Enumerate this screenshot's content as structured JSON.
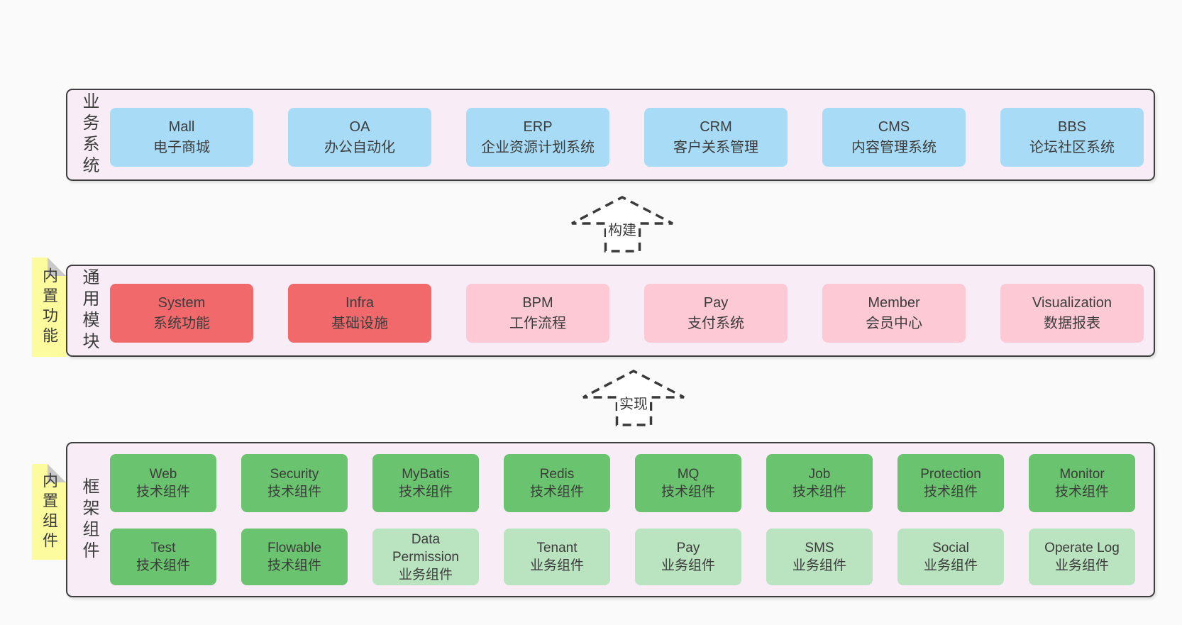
{
  "palette": {
    "page_bg": "#fafafa",
    "section_bg": "#f8ecf6",
    "section_border": "#3e3e3e",
    "blue_box": "#a8dcf6",
    "red_box": "#f1696b",
    "pink_box": "#fcc9d4",
    "green_box": "#6ac36e",
    "light_green_box": "#bae3bf",
    "tag_bg": "#fcfc9e",
    "tag_fold": "#c9c9c9",
    "text": "#3b3b3b"
  },
  "sections": {
    "business": {
      "label": "业务系统",
      "boxes": [
        {
          "en": "Mall",
          "zh": "电子商城"
        },
        {
          "en": "OA",
          "zh": "办公自动化"
        },
        {
          "en": "ERP",
          "zh": "企业资源计划系统"
        },
        {
          "en": "CRM",
          "zh": "客户关系管理"
        },
        {
          "en": "CMS",
          "zh": "内容管理系统"
        },
        {
          "en": "BBS",
          "zh": "论坛社区系统"
        }
      ]
    },
    "modules": {
      "label": "通用模块",
      "tag": "内置功能",
      "boxes": [
        {
          "en": "System",
          "zh": "系统功能"
        },
        {
          "en": "Infra",
          "zh": "基础设施"
        },
        {
          "en": "BPM",
          "zh": "工作流程"
        },
        {
          "en": "Pay",
          "zh": "支付系统"
        },
        {
          "en": "Member",
          "zh": "会员中心"
        },
        {
          "en": "Visualization",
          "zh": "数据报表"
        }
      ]
    },
    "framework": {
      "label": "框架组件",
      "tag": "内置组件",
      "row1": [
        {
          "en": "Web",
          "zh": "技术组件"
        },
        {
          "en": "Security",
          "zh": "技术组件"
        },
        {
          "en": "MyBatis",
          "zh": "技术组件"
        },
        {
          "en": "Redis",
          "zh": "技术组件"
        },
        {
          "en": "MQ",
          "zh": "技术组件"
        },
        {
          "en": "Job",
          "zh": "技术组件"
        },
        {
          "en": "Protection",
          "zh": "技术组件"
        },
        {
          "en": "Monitor",
          "zh": "技术组件"
        }
      ],
      "row2": [
        {
          "en": "Test",
          "zh": "技术组件"
        },
        {
          "en": "Flowable",
          "zh": "技术组件"
        },
        {
          "en": "Data Permission",
          "zh": "业务组件"
        },
        {
          "en": "Tenant",
          "zh": "业务组件"
        },
        {
          "en": "Pay",
          "zh": "业务组件"
        },
        {
          "en": "SMS",
          "zh": "业务组件"
        },
        {
          "en": "Social",
          "zh": "业务组件"
        },
        {
          "en": "Operate Log",
          "zh": "业务组件"
        }
      ]
    }
  },
  "arrows": {
    "build": "构建",
    "implement": "实现"
  }
}
